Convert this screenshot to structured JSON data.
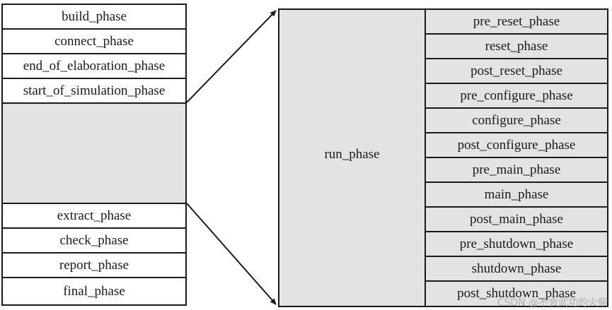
{
  "left_phases_top": [
    "build_phase",
    "connect_phase",
    "end_of_elaboration_phase",
    "start_of_simulation_phase"
  ],
  "left_phases_bottom": [
    "extract_phase",
    "check_phase",
    "report_phase",
    "final_phase"
  ],
  "run_phase": {
    "label": "run_phase"
  },
  "run_sub_phases": [
    "pre_reset_phase",
    "reset_phase",
    "post_reset_phase",
    "pre_configure_phase",
    "configure_phase",
    "post_configure_phase",
    "pre_main_phase",
    "main_phase",
    "post_main_phase",
    "pre_shutdown_phase",
    "shutdown_phase",
    "post_shutdown_phase"
  ],
  "watermark": "CSDN @不会武功的火柴",
  "colors": {
    "line": "#1a1a1a",
    "fill_gray": "#e3e3e3",
    "fill_white": "#ffffff"
  }
}
